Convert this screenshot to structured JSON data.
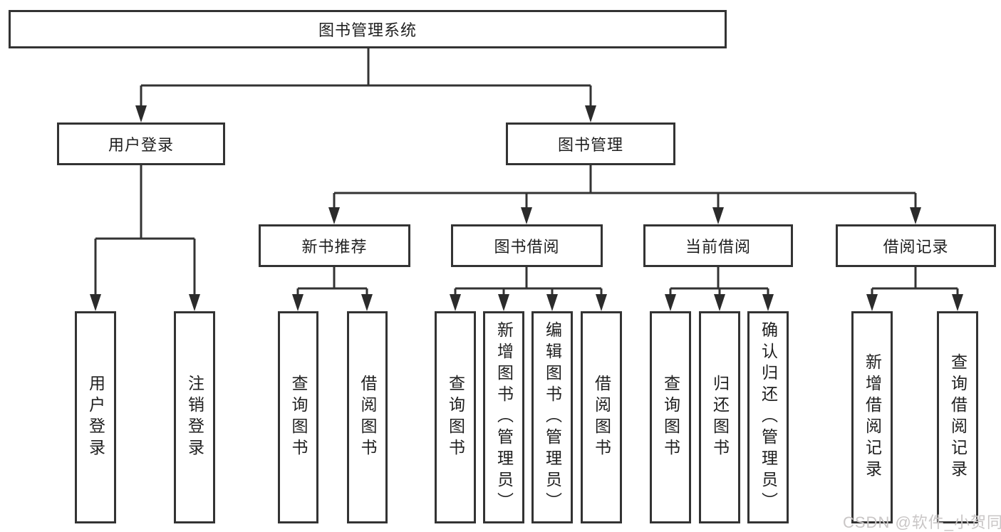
{
  "diagram": {
    "root": {
      "label": "图书管理系统"
    },
    "level1": [
      {
        "label": "用户登录"
      },
      {
        "label": "图书管理"
      }
    ],
    "level2": [
      {
        "label": "新书推荐"
      },
      {
        "label": "图书借阅"
      },
      {
        "label": "当前借阅"
      },
      {
        "label": "借阅记录"
      }
    ],
    "leaves": {
      "user_login": [
        "用户登录",
        "注销登录"
      ],
      "new_book": [
        "查询图书",
        "借阅图书"
      ],
      "book_borrow": [
        "查询图书",
        "新增图书（管理员）",
        "编辑图书（管理员）",
        "借阅图书"
      ],
      "current_borrow": [
        "查询图书",
        "归还图书",
        "确认归还（管理员）"
      ],
      "borrow_record": [
        "新增借阅记录",
        "查询借阅记录"
      ]
    },
    "colors": {
      "line": "#333333",
      "text": "#1f1f1f",
      "box_background": "#ffffff",
      "watermark": "#c9c6c6"
    },
    "watermark": "CSDN @软件_小贺同学"
  }
}
